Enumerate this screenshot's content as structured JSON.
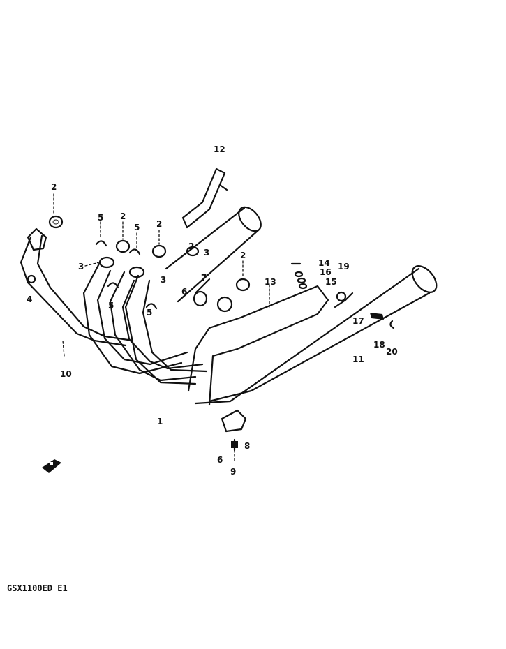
{
  "diagram": {
    "model_code": "GSX1100ED E1",
    "callouts": [
      "1",
      "2",
      "2",
      "2",
      "2",
      "2",
      "3",
      "3",
      "3",
      "4",
      "5",
      "5",
      "5",
      "5",
      "6",
      "6",
      "7",
      "8",
      "9",
      "10",
      "11",
      "12",
      "13",
      "14",
      "15",
      "16",
      "17",
      "18",
      "19",
      "20"
    ]
  }
}
